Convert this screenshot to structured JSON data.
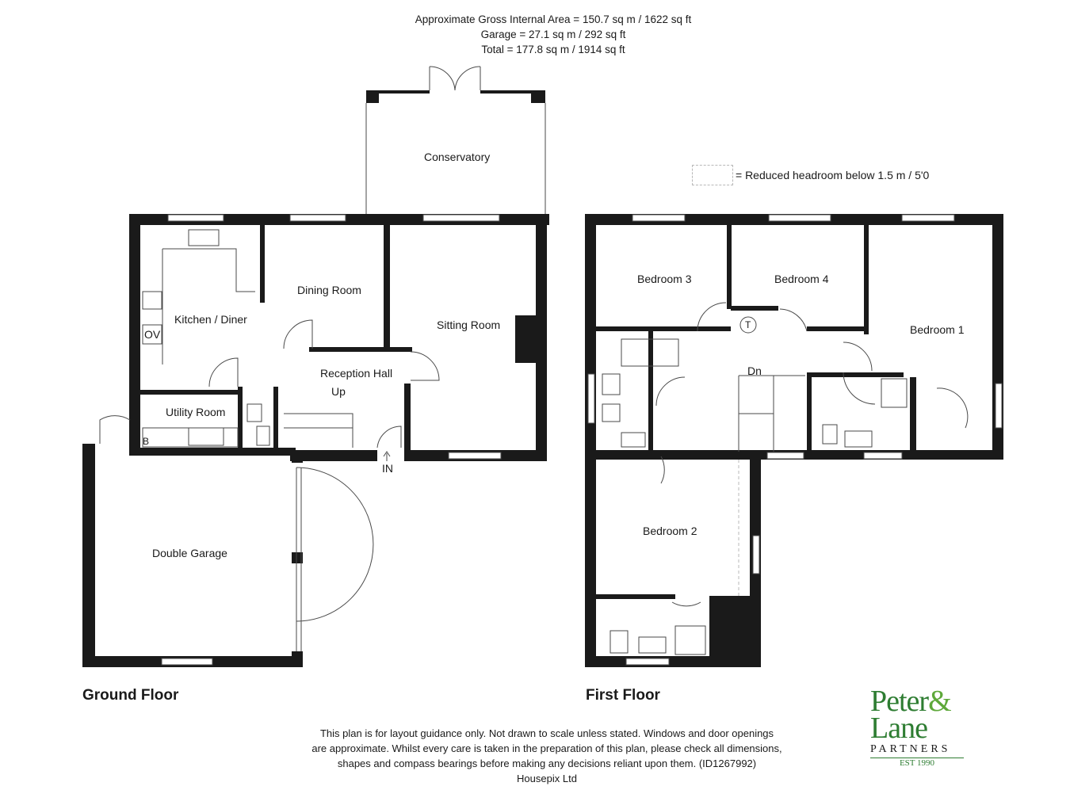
{
  "header": {
    "line1": "Approximate Gross Internal Area = 150.7 sq m / 1622 sq ft",
    "line2": "Garage = 27.1 sq m / 292 sq ft",
    "line3": "Total = 177.8 sq m / 1914 sq ft"
  },
  "legend": {
    "text": "=  Reduced headroom below 1.5 m / 5'0"
  },
  "ground_floor": {
    "label": "Ground Floor",
    "rooms": {
      "conservatory": "Conservatory",
      "kitchen": "Kitchen / Diner",
      "dining": "Dining Room",
      "sitting": "Sitting Room",
      "reception": "Reception Hall",
      "utility": "Utility Room",
      "garage": "Double Garage"
    },
    "markers": {
      "oven": "OV",
      "boiler": "B",
      "up": "Up",
      "entrance": "IN"
    }
  },
  "first_floor": {
    "label": "First Floor",
    "rooms": {
      "bed3": "Bedroom 3",
      "bed4": "Bedroom 4",
      "bed1": "Bedroom 1",
      "bed2": "Bedroom 2"
    },
    "markers": {
      "down": "Dn",
      "tank": "T"
    }
  },
  "disclaimer": {
    "line1": "This plan is for layout guidance only. Not drawn to scale unless stated. Windows and door openings",
    "line2": "are approximate. Whilst every care is taken in the preparation of this plan, please check all dimensions,",
    "line3": "shapes and compass bearings before making any decisions reliant upon them. (ID1267992)",
    "line4": "Housepix Ltd"
  },
  "logo": {
    "line1": "Peter",
    "amp": "&",
    "line2": "Lane",
    "partners": "PARTNERS",
    "est": "EST 1990",
    "brand_color": "#2e7d32"
  }
}
